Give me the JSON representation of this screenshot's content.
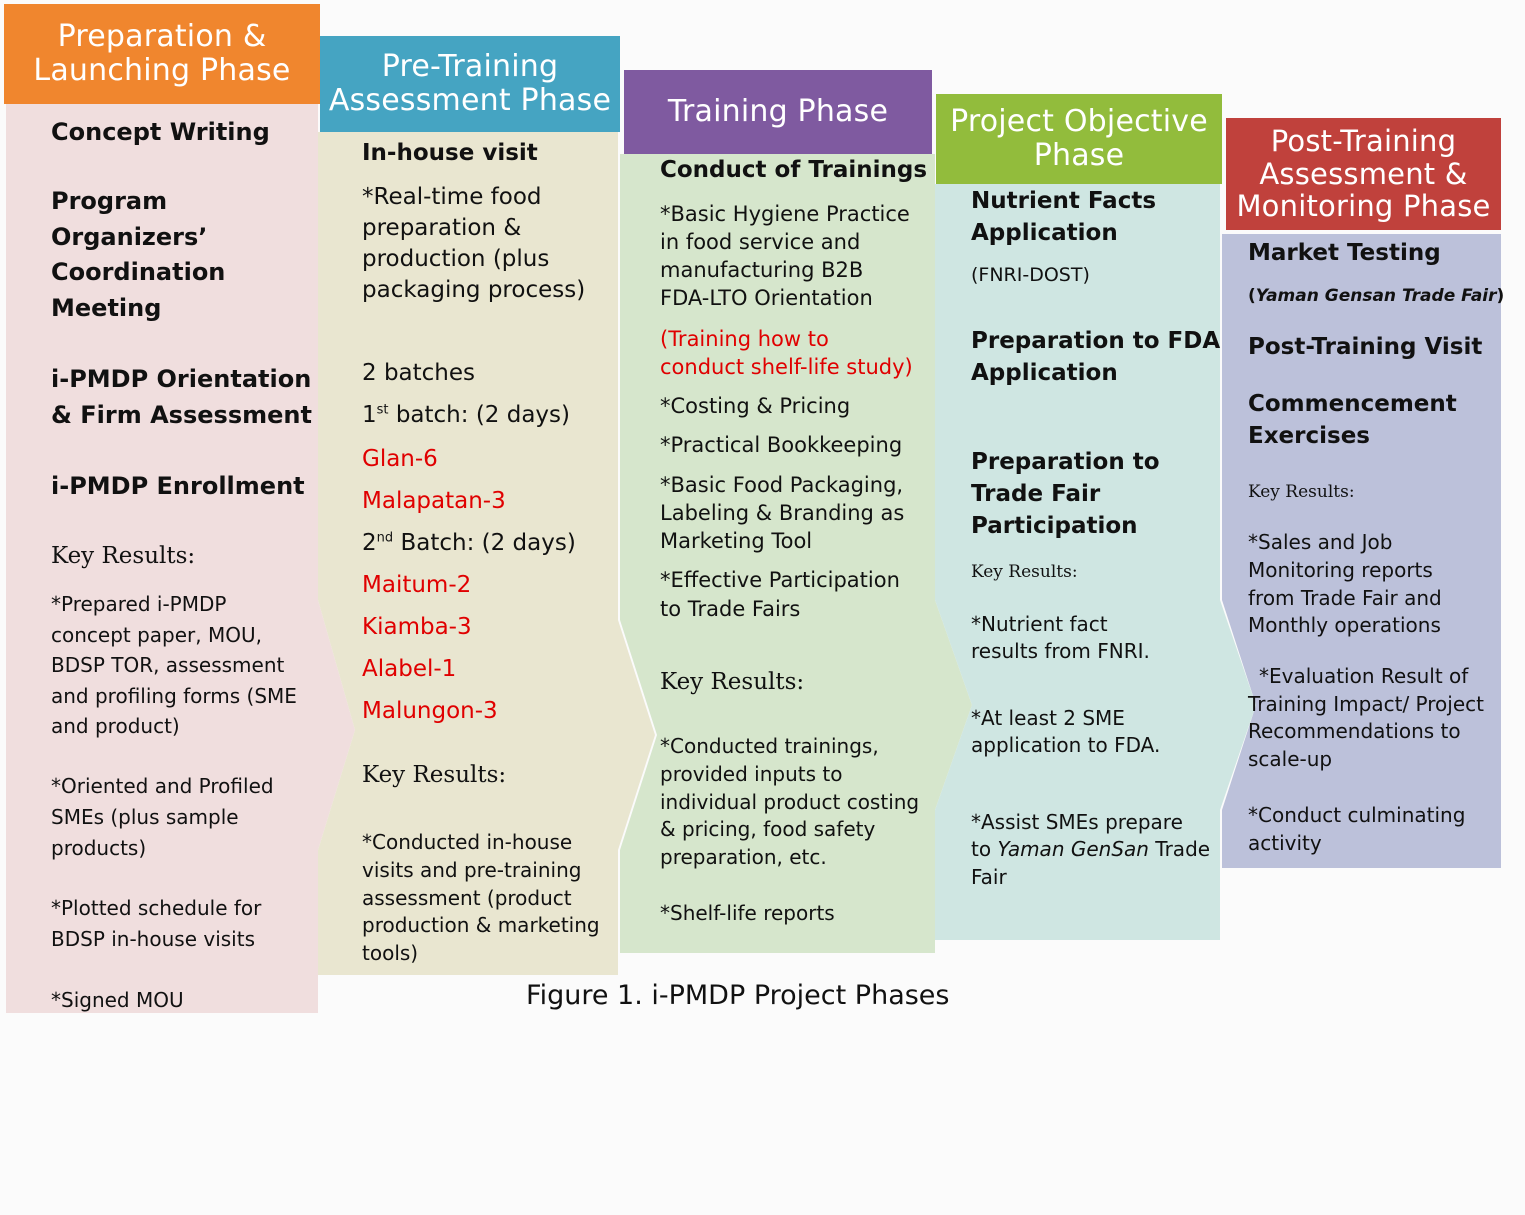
{
  "colors": {
    "prep_header": "#f0862e",
    "pre_header": "#45a4c2",
    "train_header": "#7f5aa0",
    "obj_header": "#92bc3c",
    "post_header": "#c0413c",
    "prep_body": "#f0dede",
    "pre_body": "#e9e6d0",
    "train_body": "#d6e6cc",
    "obj_body": "#cfe6e2",
    "post_body": "#bcc1da",
    "highlight_text": "#e00000"
  },
  "phases": [
    {
      "header": [
        "Preparation &",
        "Launching Phase"
      ],
      "body": [
        "Concept Writing",
        "Program",
        "Organizers’",
        "Coordination",
        "Meeting",
        "i-PMDP Orientation",
        "& Firm Assessment",
        "i-PMDP Enrollment",
        "Key Results:",
        "*Prepared i-PMDP",
        "concept paper, MOU,",
        "BDSP TOR, assessment",
        "and profiling forms (SME",
        "and product)",
        "*Oriented and Profiled",
        "SMEs (plus sample",
        "products)",
        "*Plotted schedule for",
        "BDSP in-house visits",
        "*Signed MOU"
      ]
    },
    {
      "header": [
        "Pre-Training",
        "Assessment Phase"
      ],
      "body": [
        "In-house visit",
        "*Real-time food",
        "preparation &",
        "production (plus",
        "packaging process)",
        "2 batches",
        "1",
        "st",
        " batch: (2 days)",
        "Glan-6",
        "Malapatan-3",
        "2",
        "nd",
        " Batch: (2 days)",
        "Maitum-2",
        "Kiamba-3",
        "Alabel-1",
        "Malungon-3",
        "Key Results:",
        "*Conducted in-house",
        "visits and pre-training",
        "assessment (product",
        "production & marketing",
        "tools)"
      ]
    },
    {
      "header": [
        "Training Phase"
      ],
      "body": [
        "Conduct of Trainings",
        "*Basic Hygiene Practice",
        "in food service and",
        "manufacturing B2B",
        "FDA-LTO Orientation",
        "(Training how to",
        "conduct shelf-life study)",
        "*Costing & Pricing",
        "*Practical Bookkeeping",
        "*Basic Food Packaging,",
        "Labeling & Branding as",
        "Marketing Tool",
        "*Effective Participation",
        "to Trade Fairs",
        "Key Results:",
        "*Conducted trainings,",
        "provided inputs to",
        "individual product costing",
        "& pricing, food safety",
        "preparation, etc.",
        "*Shelf-life reports"
      ]
    },
    {
      "header": [
        "Project Objective",
        "Phase"
      ],
      "body": [
        "Nutrient Facts",
        "Application",
        "(FNRI-DOST)",
        "Preparation to FDA",
        "Application",
        "Preparation to",
        "Trade Fair",
        "Participation",
        "Key Results:",
        "*Nutrient fact",
        "results from FNRI.",
        "*At least 2 SME",
        "application to FDA.",
        "*Assist SMEs prepare",
        "to ",
        "Yaman GenSan",
        " Trade",
        "Fair"
      ]
    },
    {
      "header": [
        "Post-Training",
        "Assessment &",
        "Monitoring Phase"
      ],
      "body": [
        "Market Testing",
        "(",
        "Yaman Gensan Trade Fair",
        ")",
        "Post-Training Visit",
        "Commencement",
        "Exercises",
        "Key Results:",
        "*Sales and Job",
        "Monitoring reports",
        "from Trade Fair and",
        "Monthly operations",
        "*Evaluation Result of",
        "Training Impact/ Project",
        "Recommendations to",
        "scale-up",
        "*Conduct culminating",
        "activity"
      ]
    }
  ],
  "caption": "Figure 1. i-PMDP Project Phases"
}
